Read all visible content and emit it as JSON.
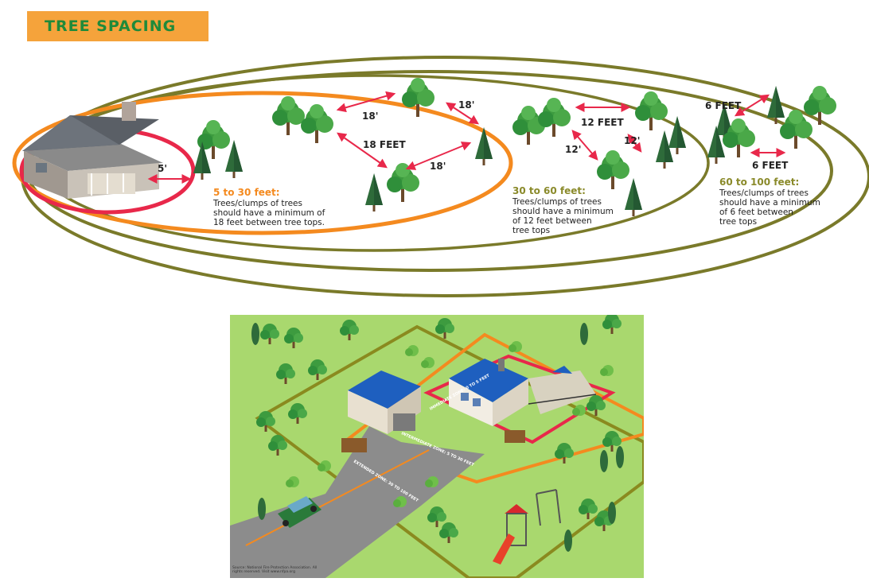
{
  "title": "TREE SPACING",
  "colors": {
    "banner": "#f5a33b",
    "title_text": "#1f8a3a",
    "zone_immediate": "#e8284a",
    "zone_intermediate": "#f48a1f",
    "zone_extended": "#7a7a2a",
    "tree_green": "#2f8f3a",
    "roof_blue": "#1e5fbf",
    "grass": "#a9d86e"
  },
  "distance_labels": {
    "house_gap": "5'",
    "d18_a": "18'",
    "d18_b": "18'",
    "d18_feet": "18 FEET",
    "d18_c": "18'",
    "d12_feet": "12 FEET",
    "d12_a": "12'",
    "d12_b": "12'",
    "d6_top": "6 FEET",
    "d6_bottom": "6 FEET"
  },
  "zones": [
    {
      "heading": "5 to 30 feet:",
      "lines": [
        "Trees/clumps of trees",
        "should have a minimum of",
        "18 feet between tree tops."
      ]
    },
    {
      "heading": "30 to 60 feet:",
      "lines": [
        "Trees/clumps of trees",
        "should have a minimum",
        "of 12 feet between",
        "tree tops"
      ]
    },
    {
      "heading": "60 to 100 feet:",
      "lines": [
        "Trees/clumps of trees",
        "should have a minimum",
        "of 6 feet between",
        "tree tops"
      ]
    }
  ],
  "illustration": {
    "zone_labels": {
      "immediate": "IMMEDIATE ZONE: 0 TO 5 FEET",
      "intermediate": "INTERMEDIATE ZONE: 5 TO 30 FEET",
      "extended": "EXTENDED ZONE: 30 TO 100 FEET"
    },
    "source": "Source: National Fire Protection Association. All rights reserved. Visit www.nfpa.org"
  }
}
